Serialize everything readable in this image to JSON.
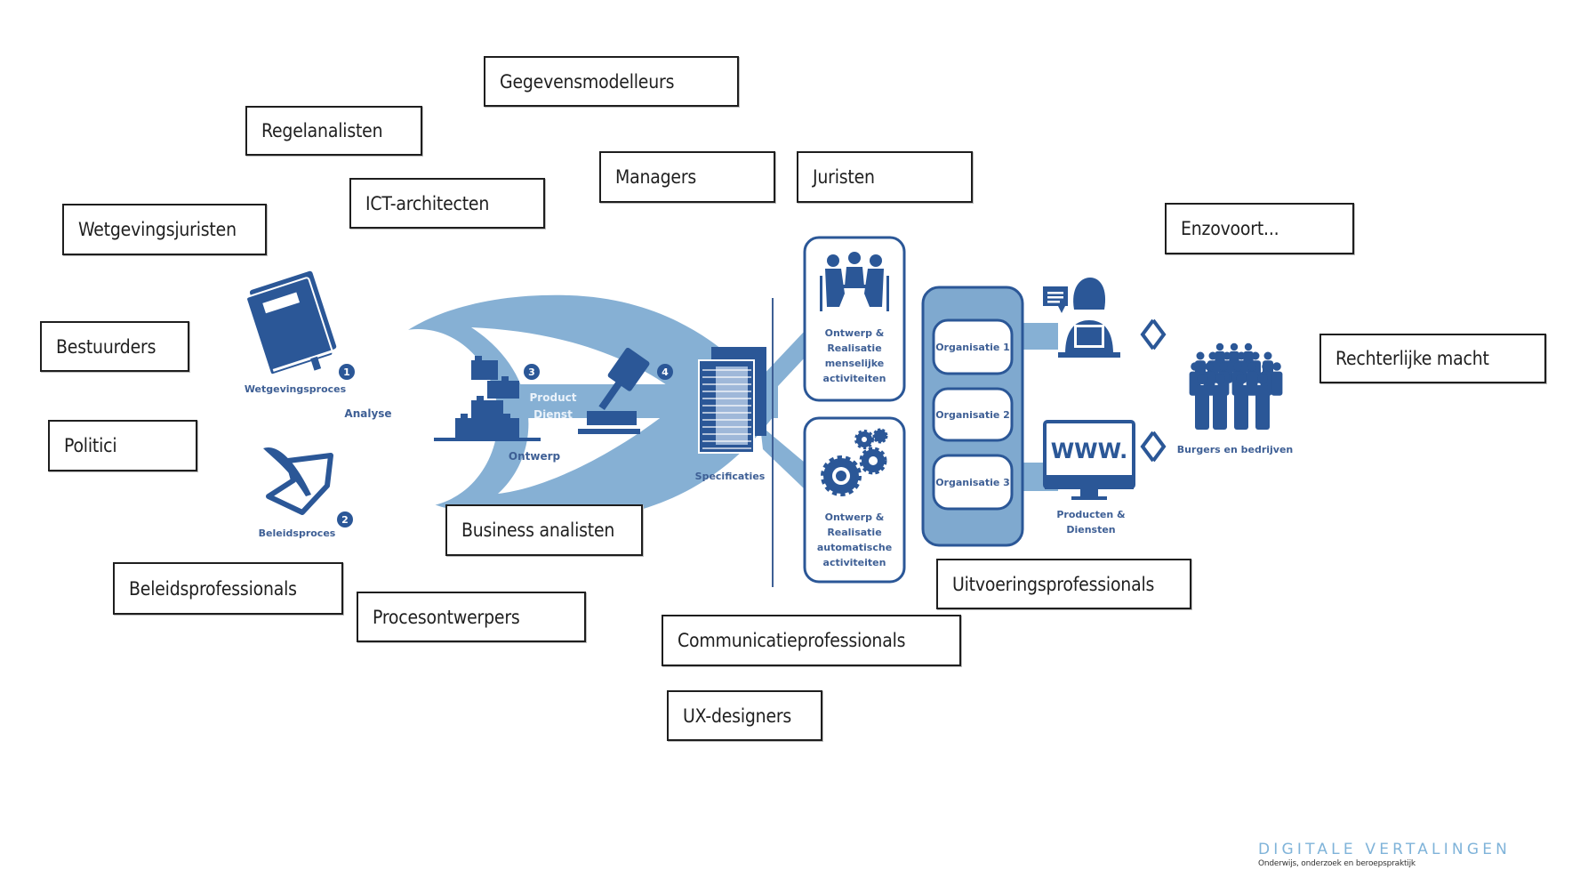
{
  "colors": {
    "dark_blue": "#2b5797",
    "light_blue": "#86b0d4",
    "panel_blue": "#7fa9cf",
    "label_blue": "#3e5f95",
    "logo_blue": "#7fb3d9"
  },
  "roles": {
    "gegevensmodelleurs": "Gegevensmodelleurs",
    "regelanalisten": "Regelanalisten",
    "ict_architecten": "ICT-architecten",
    "managers": "Managers",
    "juristen": "Juristen",
    "wetgevingsjuristen": "Wetgevingsjuristen",
    "enzovoort": "Enzovoort...",
    "bestuurders": "Bestuurders",
    "politici": "Politici",
    "rechterlijke_macht": "Rechterlijke macht",
    "business_analisten": "Business analisten",
    "beleidsprofessionals": "Beleidsprofessionals",
    "procesontwerpers": "Procesontwerpers",
    "uitvoeringsprofessionals": "Uitvoeringsprofessionals",
    "communicatieprofessionals": "Communicatieprofessionals",
    "ux_designers": "UX-designers"
  },
  "diagram": {
    "wetgevingsproces": "Wetgevingsproces",
    "beleidsproces": "Beleidsproces",
    "analyse": "Analyse",
    "product": "Product",
    "dienst": "Dienst",
    "ontwerp": "Ontwerp",
    "specificaties": "Specificaties",
    "badges": [
      "1",
      "2",
      "3",
      "4"
    ],
    "human_box": [
      "Ontwerp &",
      "Realisatie",
      "menselijke",
      "activiteiten"
    ],
    "auto_box": [
      "Ontwerp &",
      "Realisatie",
      "automatische",
      "activiteiten"
    ],
    "organisations": [
      "Organisatie 1",
      "Organisatie 2",
      "Organisatie 3"
    ],
    "www": "WWW.",
    "producten": [
      "Producten &",
      "Diensten"
    ],
    "burgers": "Burgers en bedrijven"
  },
  "logo": {
    "title": "DIGITALE VERTALINGEN",
    "subtitle": "Onderwijs, onderzoek en beroepspraktijk"
  }
}
